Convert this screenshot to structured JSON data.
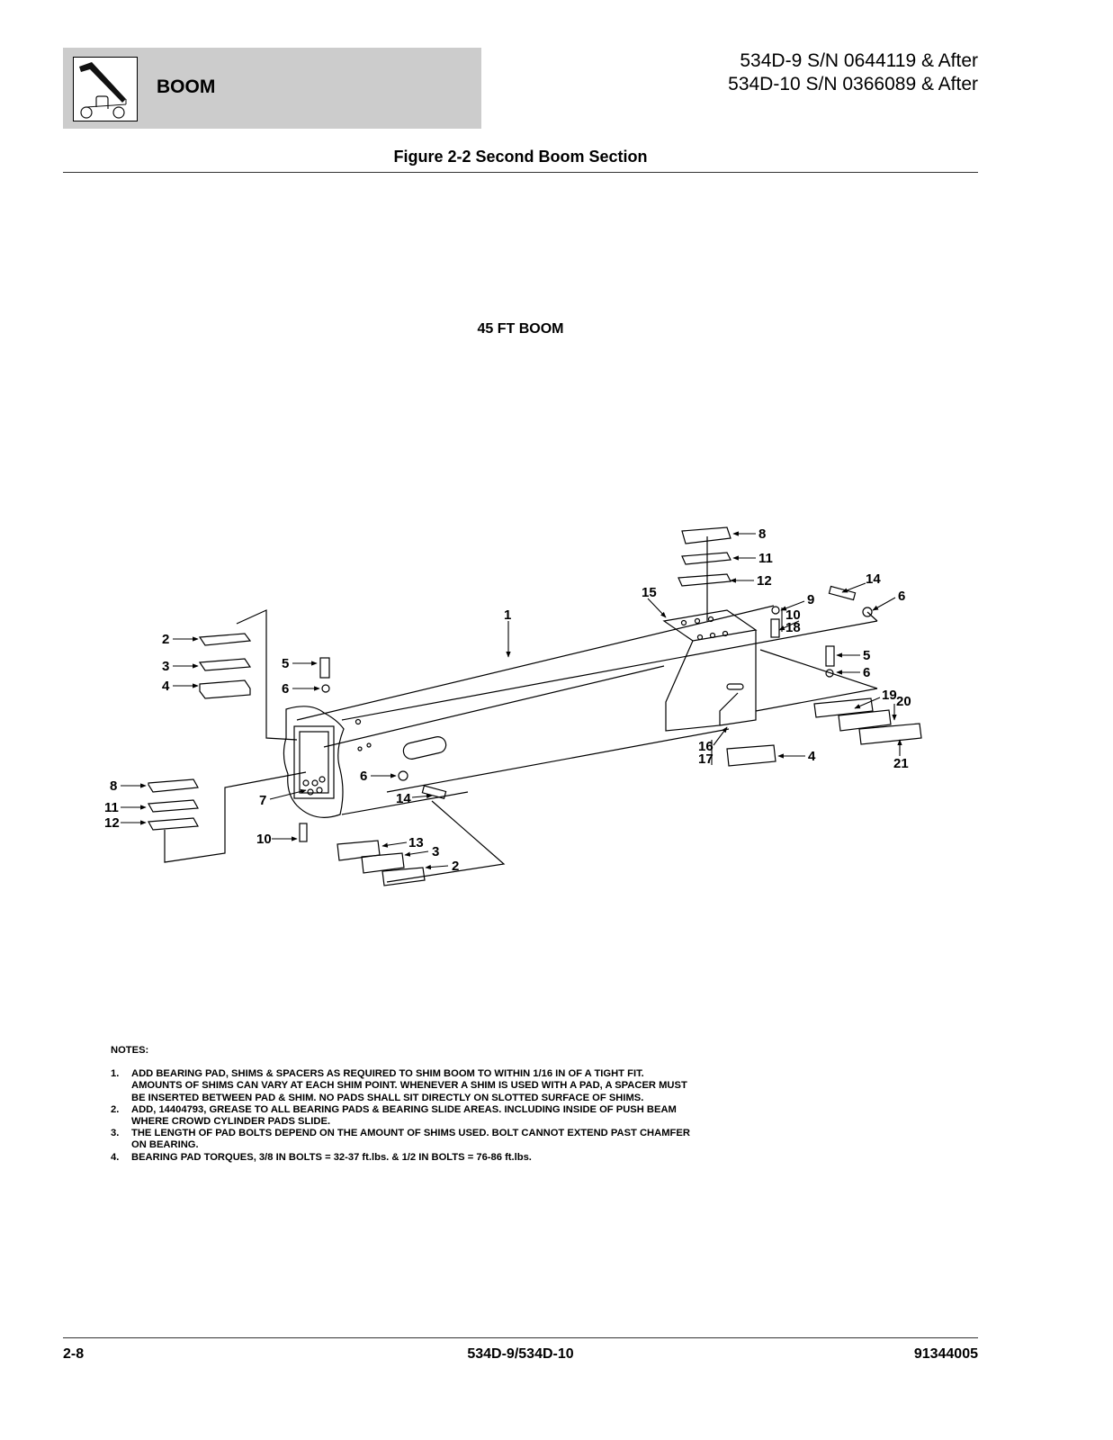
{
  "header": {
    "section_title": "BOOM",
    "icon": "telehandler-boom-icon",
    "serials": [
      "534D-9 S/N 0644119 & After",
      "534D-10 S/N 0366089 & After"
    ]
  },
  "figure": {
    "title": "Figure 2-2 Second Boom Section",
    "subtitle": "45 FT BOOM",
    "callouts": {
      "c1": "1",
      "c2a": "2",
      "c3a": "3",
      "c4a": "4",
      "c5a": "5",
      "c6a": "6",
      "c8a": "8",
      "c11a": "11",
      "c12a": "12",
      "c10a": "10",
      "c7": "7",
      "c6b": "6",
      "c14a": "14",
      "c13": "13",
      "c3b": "3",
      "c2b": "2",
      "c8b": "8",
      "c11b": "11",
      "c12b": "12",
      "c15": "15",
      "c9": "9",
      "c10b": "10",
      "c18": "18",
      "c14b": "14",
      "c6c": "6",
      "c5b": "5",
      "c6d": "6",
      "c19": "19",
      "c20": "20",
      "c21": "21",
      "c16": "16",
      "c17": "17",
      "c4b": "4"
    }
  },
  "notes": {
    "title": "NOTES:",
    "items": [
      {
        "num": "1.",
        "text": "ADD BEARING PAD, SHIMS & SPACERS AS REQUIRED TO SHIM BOOM TO WITHIN 1/16 IN OF A TIGHT FIT. AMOUNTS OF SHIMS CAN VARY AT EACH SHIM POINT. WHENEVER A SHIM IS USED WITH A PAD, A SPACER MUST BE INSERTED BETWEEN PAD & SHIM. NO PADS SHALL SIT DIRECTLY ON SLOTTED SURFACE OF SHIMS."
      },
      {
        "num": "2.",
        "text": "ADD, 14404793, GREASE TO ALL BEARING PADS & BEARING SLIDE AREAS. INCLUDING INSIDE OF PUSH BEAM WHERE CROWD CYLINDER PADS SLIDE."
      },
      {
        "num": "3.",
        "text": "THE LENGTH OF PAD BOLTS DEPEND ON THE AMOUNT OF SHIMS USED. BOLT CANNOT EXTEND PAST CHAMFER ON BEARING."
      },
      {
        "num": "4.",
        "text": "BEARING PAD TORQUES, 3/8 IN BOLTS = 32-37 ft.lbs. & 1/2 IN BOLTS = 76-86 ft.lbs."
      }
    ]
  },
  "footer": {
    "page": "2-8",
    "model": "534D-9/534D-10",
    "doc_number": "91344005"
  }
}
